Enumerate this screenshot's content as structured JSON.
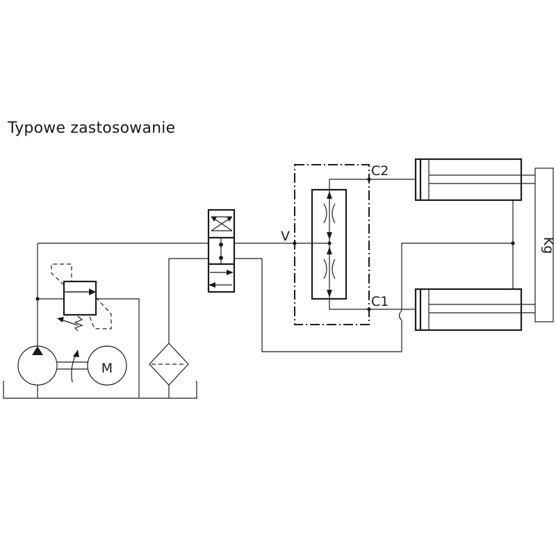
{
  "title": "Typowe zastosowanie",
  "labels": {
    "port_v": "V",
    "port_c2": "C2",
    "port_c1": "C1",
    "motor": "M",
    "load": "Kg"
  },
  "colors": {
    "line": "#1a1a1a",
    "background": "#ffffff"
  }
}
